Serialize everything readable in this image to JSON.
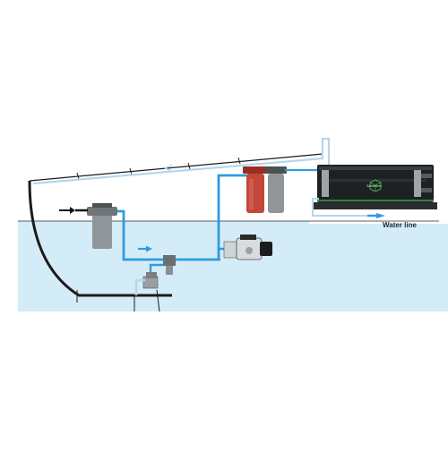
{
  "diagram": {
    "waterline_label": "Water line",
    "unit_brand_label": "Schenker",
    "colors": {
      "sea": "#d4ecf8",
      "pipe_blue": "#2f9be0",
      "pipe_light": "#b4d6ee",
      "hull": "#1b1b1b",
      "arrow_blue": "#2f9be0",
      "filter_gray": "#8f9599",
      "filter_red": "#c2463a",
      "unit_dark": "#1e2124",
      "unit_green": "#3ca33a"
    },
    "components": [
      "hull",
      "sea-water",
      "through-hull-inlet",
      "sea-strainer",
      "feed-pump",
      "pre-filter-red",
      "pre-filter-gray",
      "watermaker-unit",
      "brine-discharge-line"
    ]
  }
}
